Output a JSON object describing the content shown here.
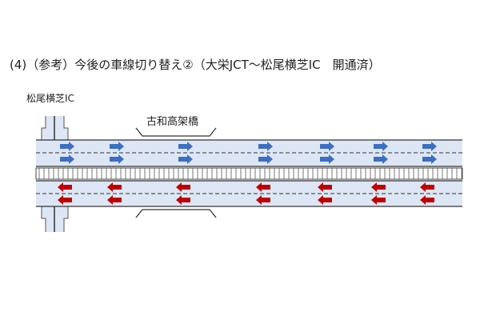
{
  "title": "(4)（参考）今後の車線切り替え②（大栄JCT〜松尾横芝IC　開通済）",
  "ic_label": "松尾横芝IC",
  "bridge_label": "古和高架橋",
  "colors": {
    "road": "#dde6f4",
    "up_arrow": "#3a6fc4",
    "down_arrow": "#c00000",
    "line": "#333333"
  },
  "arrow_groups": 7
}
